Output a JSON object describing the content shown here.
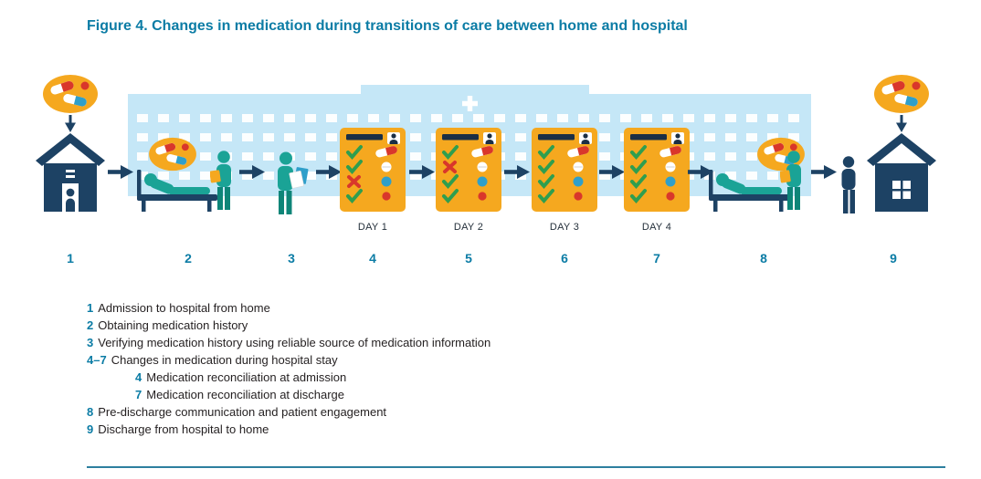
{
  "figure": {
    "title": "Figure 4. Changes in medication during transitions of care between home and hospital"
  },
  "colors": {
    "accent_teal": "#0b7ca5",
    "navy": "#1d4264",
    "clinician_teal": "#1aa396",
    "chart_orange": "#f5a81f",
    "hospital_blue": "#c5e7f7",
    "check_green": "#2f9e4f",
    "error_red": "#d9372b",
    "pill_blue": "#2f9fca",
    "rule_teal": "#2d7f9f"
  },
  "diagram": {
    "step_numbers": [
      "1",
      "2",
      "3",
      "4",
      "5",
      "6",
      "7",
      "8",
      "9"
    ],
    "days": [
      {
        "label": "DAY 1"
      },
      {
        "label": "DAY 2"
      },
      {
        "label": "DAY 3"
      },
      {
        "label": "DAY 4"
      }
    ],
    "icons": {
      "house": "house-icon",
      "medication_bubble": "medication-bubble-icon",
      "patient_bed": "patient-bed-icon",
      "clinician": "clinician-icon",
      "medication_chart": "medication-chart-icon",
      "arrow_right": "arrow-right-icon",
      "arrow_down": "arrow-down-icon",
      "hospital_cross": "hospital-cross-icon",
      "person": "person-icon",
      "check": "check-icon",
      "x_mark": "x-icon",
      "capsule": "capsule-icon",
      "pill": "pill-icon"
    }
  },
  "legend": {
    "items": [
      {
        "number": "1",
        "text": "Admission to hospital from home",
        "indent": false
      },
      {
        "number": "2",
        "text": "Obtaining medication history",
        "indent": false
      },
      {
        "number": "3",
        "text": "Verifying medication history using reliable source of medication information",
        "indent": false
      },
      {
        "number": "4–7",
        "text": "Changes in medication during hospital stay",
        "indent": false
      },
      {
        "number": "4",
        "text": "Medication reconciliation at admission",
        "indent": true
      },
      {
        "number": "7",
        "text": "Medication reconciliation at discharge",
        "indent": true
      },
      {
        "number": "8",
        "text": "Pre-discharge communication and patient engagement",
        "indent": false
      },
      {
        "number": "9",
        "text": "Discharge from hospital to home",
        "indent": false
      }
    ]
  }
}
